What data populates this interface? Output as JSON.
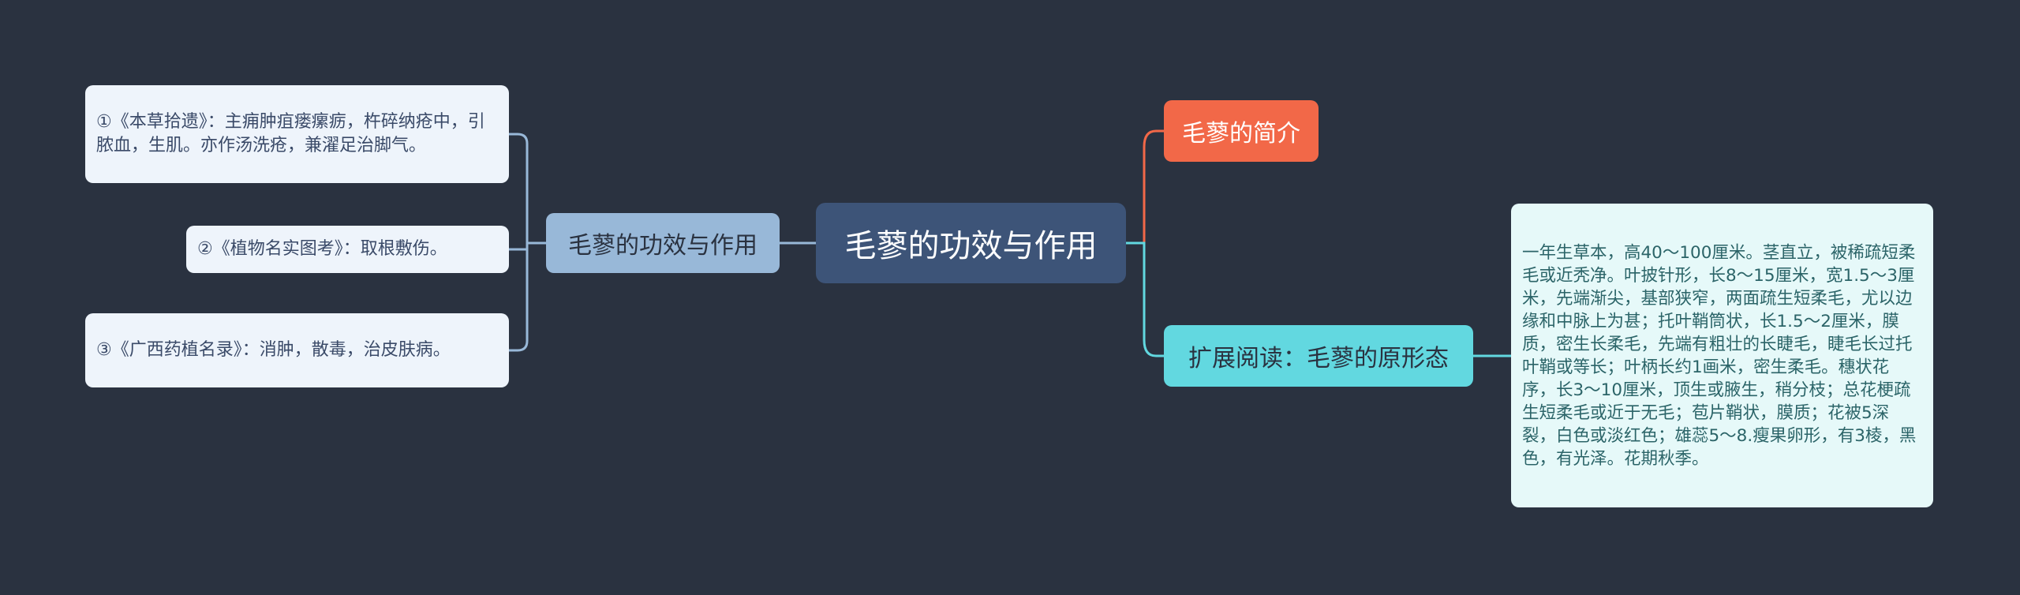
{
  "root": {
    "label": "毛蓼的功效与作用"
  },
  "left_branch": {
    "label": "毛蓼的功效与作用",
    "items": [
      "①《本草拾遗》：主痈肿疽瘘瘰疬，杵碎纳疮中，引脓血，生肌。亦作汤洗疮，兼濯足治脚气。",
      "②《植物名实图考》：取根敷伤。",
      "③《广西药植名录》：消肿，散毒，治皮肤病。"
    ]
  },
  "right_branches": {
    "intro": {
      "label": "毛蓼的简介"
    },
    "extended": {
      "label": "扩展阅读：毛蓼的原形态",
      "description": "一年生草本，高40～100厘米。茎直立，被稀疏短柔毛或近秃净。叶披针形，长8～15厘米，宽1.5～3厘米，先端渐尖，基部狭窄，两面疏生短柔毛，尤以边缘和中脉上为甚；托叶鞘筒状，长1.5～2厘米，膜质，密生长柔毛，先端有粗壮的长睫毛，睫毛长过托叶鞘或等长；叶柄长约1画米，密生柔毛。穗状花序，长3～10厘米，顶生或腋生，稍分枝；总花梗疏生短柔毛或近于无毛；苞片鞘状，膜质；花被5深裂，白色或淡红色；雄蕊5～8.瘦果卵形，有3棱，黑色，有光泽。花期秋季。"
    }
  },
  "colors": {
    "background": "#2a3240",
    "root": "#3d5478",
    "left_branch": "#98b8d8",
    "intro": "#f26848",
    "extended": "#62d8e0",
    "leaf": "#eef4fb",
    "desc": "#e6f9f9"
  }
}
